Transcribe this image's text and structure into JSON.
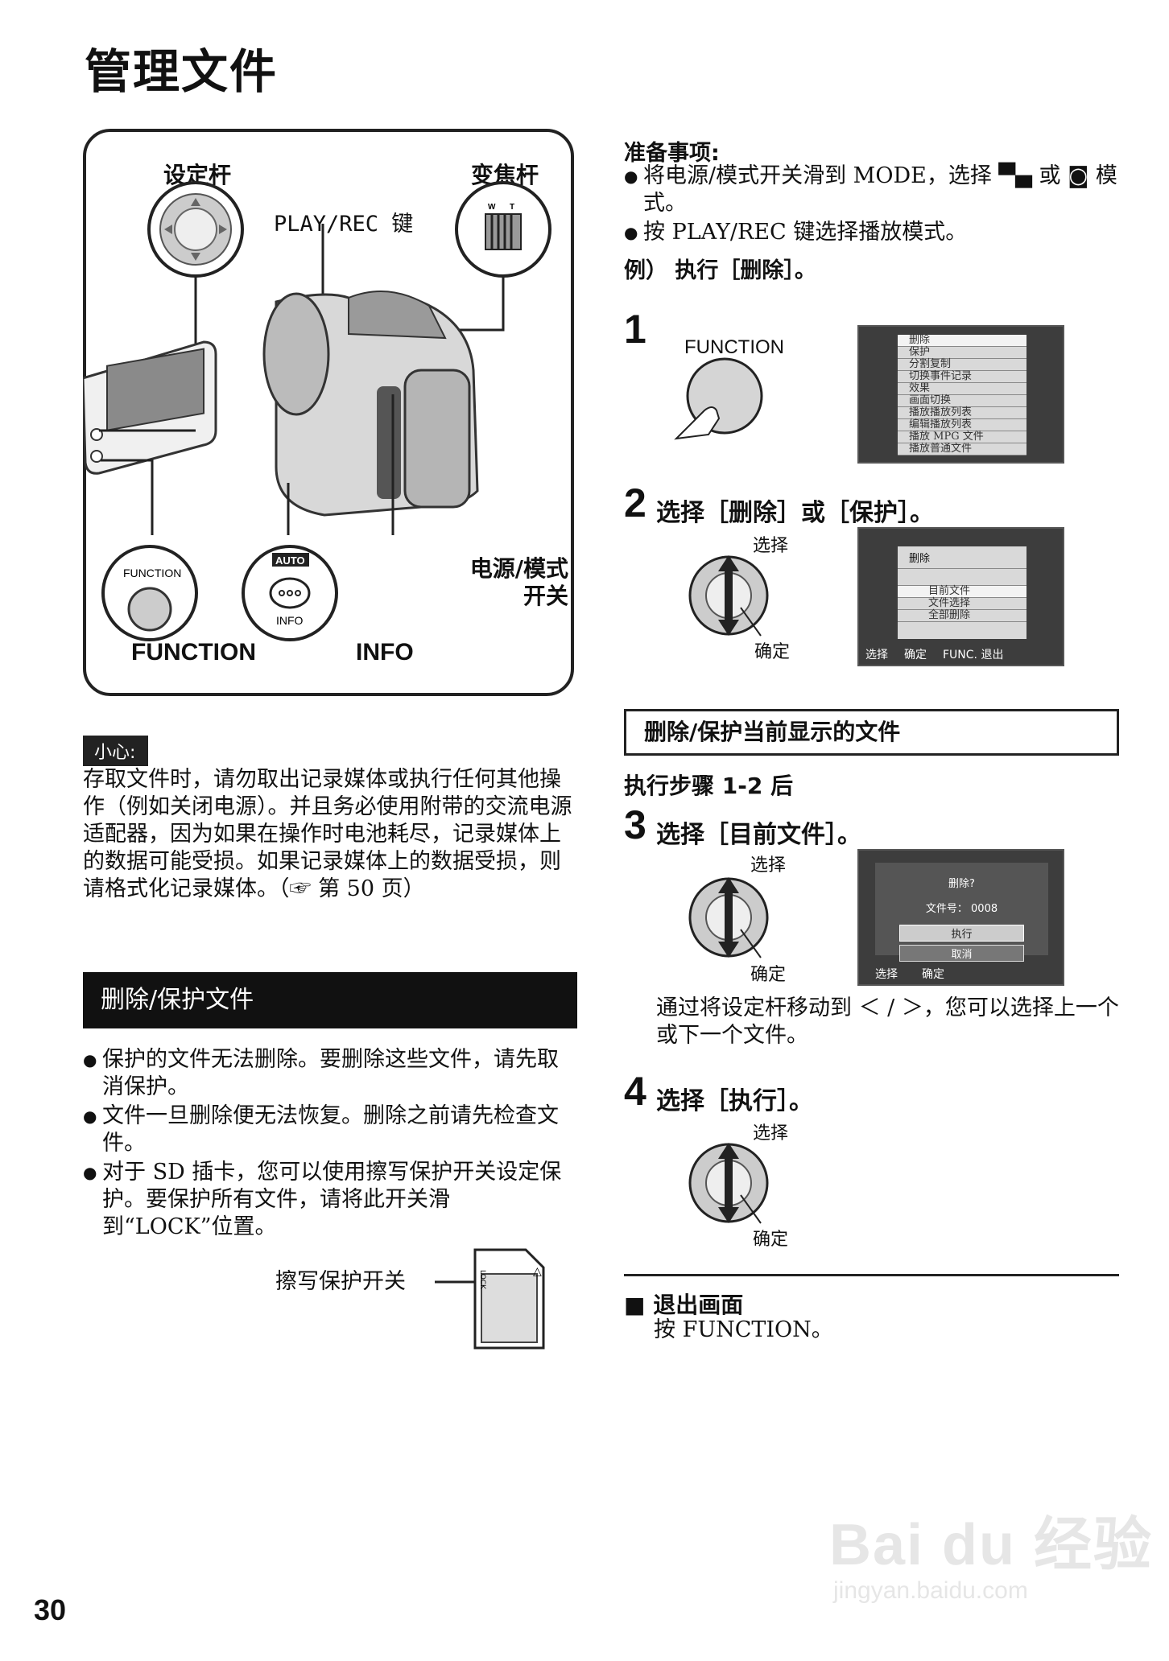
{
  "page_title": "管理文件",
  "figure": {
    "lever_label": "设定杆",
    "zoom_label": "变焦杆",
    "playrec_label": "PLAY/REC 键",
    "power_label": "电源/模式\n开关",
    "function_label": "FUNCTION",
    "function_btn_text": "FUNCTION",
    "info_label": "INFO",
    "info_btn_text": "INFO",
    "auto_text": "AUTO",
    "zoom_w": "W",
    "zoom_t": "T"
  },
  "caution": {
    "tag": "小心:",
    "text": "存取文件时，请勿取出记录媒体或执行任何其他操作（例如关闭电源）。并且务必使用附带的交流电源适配器，因为如果在操作时电池耗尽，记录媒体上的数据可能受损。如果记录媒体上的数据受损，则请格式化记录媒体。（☞ 第 50 页）"
  },
  "section_delete": {
    "title": "删除/保护文件",
    "bullets": [
      "保护的文件无法删除。要删除这些文件，请先取消保护。",
      "文件一旦删除便无法恢复。删除之前请先检查文件。",
      "对于 SD 插卡，您可以使用擦写保护开关设定保护。要保护所有文件，请将此开关滑到“LOCK”位置。"
    ],
    "sd_label": "擦写保护开关",
    "sd_lock": "LOCK"
  },
  "prep": {
    "heading": "准备事项:",
    "bullet1": "将电源/模式开关滑到 MODE，选择 ▀▄ 或 ◙ 模式。",
    "bullet2": "按 PLAY/REC 键选择播放模式。",
    "example": "例）  执行［删除］。"
  },
  "step1": {
    "num": "1",
    "function_text": "FUNCTION",
    "menu": [
      "删除",
      "保护",
      "分割复制",
      "切换事件记录",
      "效果",
      "画面切换",
      "播放播放列表",
      "编辑播放列表",
      "播放 MPG 文件",
      "播放普通文件"
    ]
  },
  "step2": {
    "num": "2",
    "text": "选择［删除］或［保护］。",
    "select_lbl": "选择",
    "confirm_lbl": "确定",
    "menu_title": "删除",
    "menu": [
      "目前文件",
      "文件选择",
      "全部删除"
    ],
    "footer": [
      "选择",
      "确定",
      "FUNC. 退出"
    ]
  },
  "subsection": {
    "title": "删除/保护当前显示的文件",
    "after": "执行步骤 1-2 后"
  },
  "step3": {
    "num": "3",
    "text": "选择［目前文件］。",
    "select_lbl": "选择",
    "confirm_lbl": "确定",
    "dialog_title": "删除?",
    "file_no": "文件号： 0008",
    "btn_exec": "执行",
    "btn_cancel": "取消",
    "footer": [
      "选择",
      "确定"
    ],
    "note": "通过将设定杆移动到 ＜ / ＞，您可以选择上一个或下一个文件。"
  },
  "step4": {
    "num": "4",
    "text": "选择［执行］。",
    "select_lbl": "选择",
    "confirm_lbl": "确定"
  },
  "exit": {
    "heading": "■ 退出画面",
    "text": "按 FUNCTION。"
  },
  "page_number": "30",
  "watermark": {
    "brand": "Bai du 经验",
    "url": "jingyan.baidu.com"
  }
}
